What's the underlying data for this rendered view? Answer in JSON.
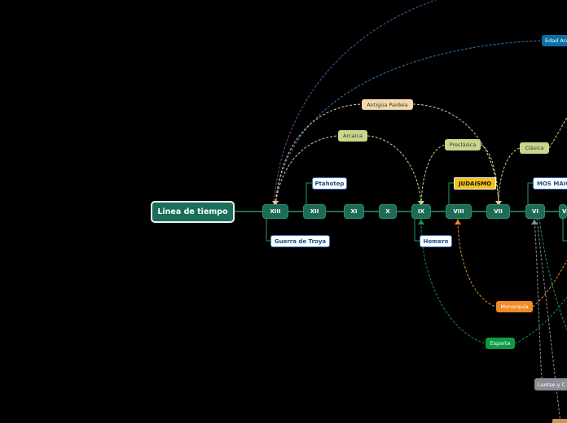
{
  "root": {
    "label": "Linea de tiempo"
  },
  "centuries": [
    "XIII",
    "XII",
    "XI",
    "X",
    "IX",
    "VIII",
    "VII",
    "VI",
    "V"
  ],
  "callouts": {
    "ptahotep": "Ptahotep",
    "guerra_troya": "Guerra de Troya",
    "homero": "Homero",
    "judaismo": "JUDAISMO",
    "mos_maiorum": "MOS MAIO"
  },
  "periods": {
    "edad_antigua": "Edad An",
    "antigua_paideia": "Antigüa Paideia",
    "arcaica": "Arcaica",
    "preclasica": "Preclásica",
    "clasica": "Clásica",
    "monarquia": "Monarquía",
    "esparta": "Esparta",
    "laotse": "Laotse y C"
  },
  "colors": {
    "background": "#000000",
    "trunk": "#1d9e66",
    "century_fill": "#1e6b58",
    "edad_antigua": "#0b6ea8",
    "antigua_paideia": "#f4d9a8",
    "arcaica": "#c8d78c",
    "preclasica": "#c8d78c",
    "clasica": "#c8d78c",
    "monarquia": "#f08a24",
    "esparta": "#0f9a45",
    "laotse": "#8a8f96",
    "judaismo": "#f2c21d"
  }
}
